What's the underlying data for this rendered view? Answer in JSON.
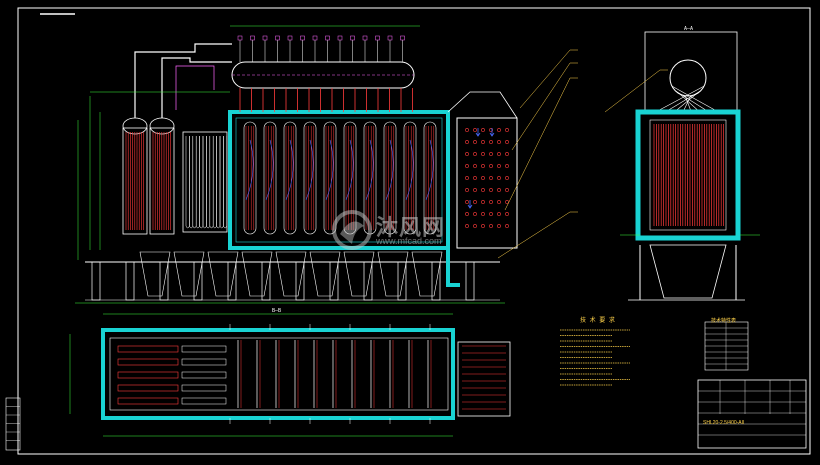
{
  "drawing": {
    "section_a_label": "A—A",
    "section_b_label": "B—B",
    "notes_title": "技 术 要 求",
    "parameter_title": "技术特性表"
  },
  "title_block": {
    "drawing_number": "SHL20-2.5/400-AII"
  },
  "watermark": {
    "brand": "沐风网",
    "url": "www.mfcad.com"
  },
  "colors": {
    "background": "#000000",
    "outline": "#ffffff",
    "tube": "#ff3b3b",
    "refractory": "#19d3d3",
    "dimension": "#3cff3c",
    "leader": "#ffd24a",
    "header_pipe": "#ff66ff",
    "flow_arrow": "#4a6bff"
  }
}
